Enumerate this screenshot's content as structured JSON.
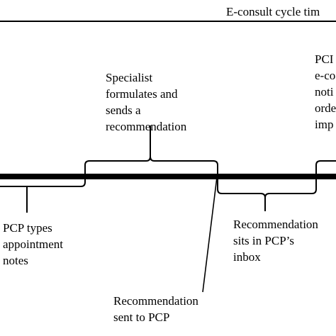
{
  "header": {
    "title": "E-consult cycle tim"
  },
  "labels": {
    "specialist": "Specialist\nformulates and\nsends a\nrecommendation",
    "pcp_types": "PCP types\nappointment\nnotes",
    "rec_sent": "Recommendation\nsent to PCP",
    "rec_sits": "Recommendation\nsits in PCP’s\ninbox",
    "pcp_order": "PCI\ne-co\nnoti\norde\nimp"
  },
  "colors": {
    "line": "#000000",
    "background": "#ffffff"
  }
}
